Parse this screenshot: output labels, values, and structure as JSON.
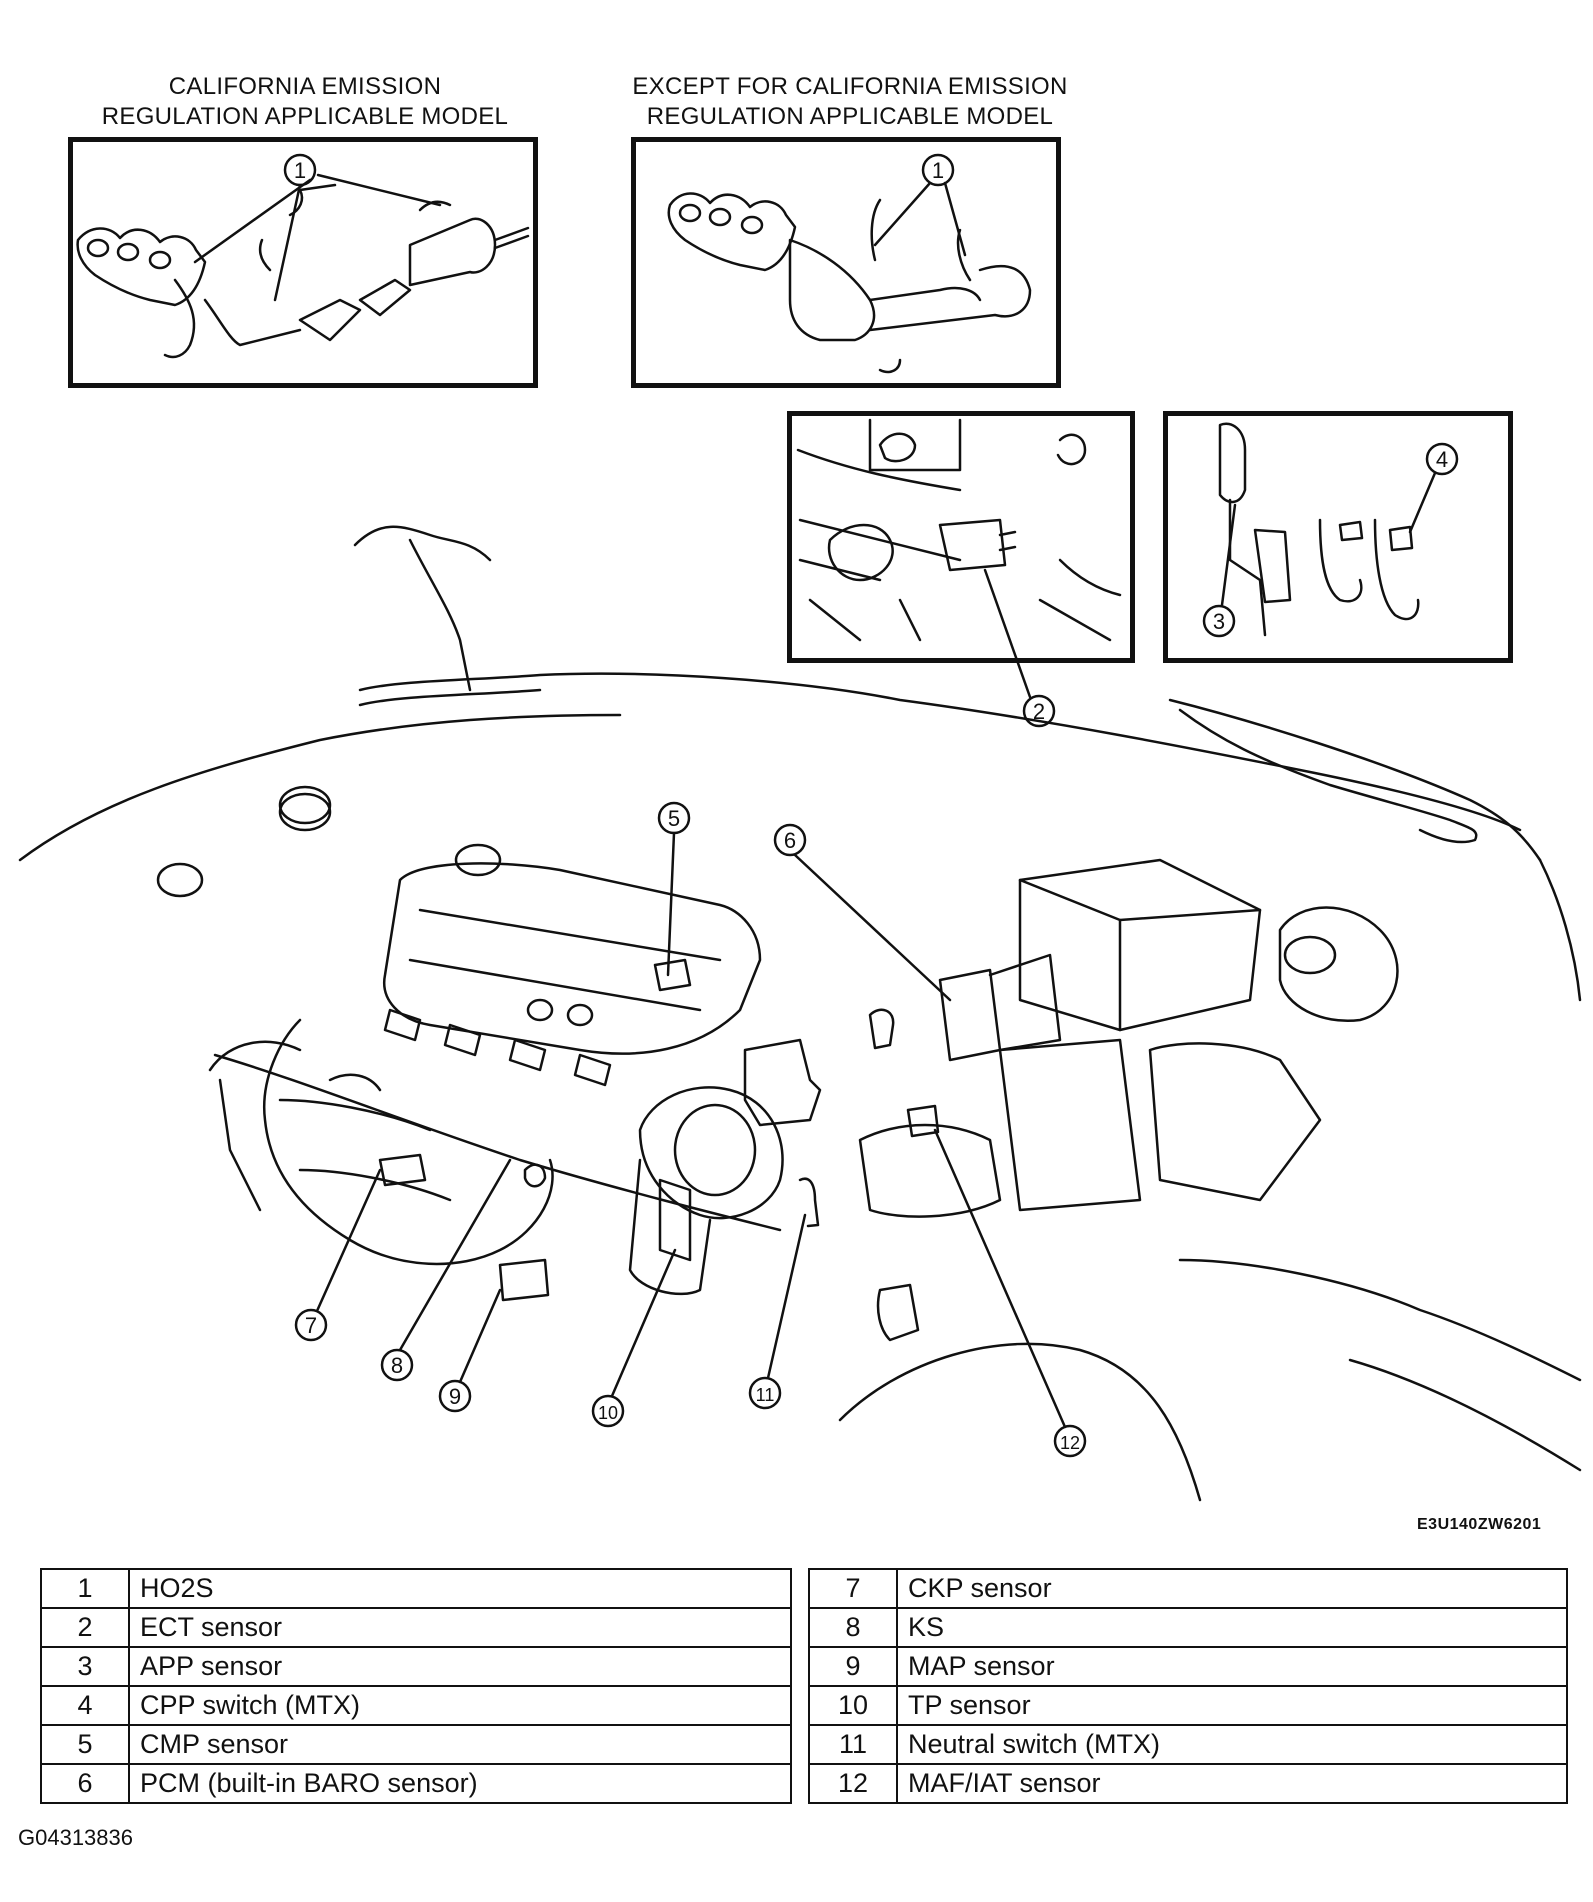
{
  "insets": {
    "california": {
      "caption_line1": "CALIFORNIA EMISSION",
      "caption_line2": "REGULATION APPLICABLE MODEL",
      "callout": "1"
    },
    "except_california": {
      "caption_line1": "EXCEPT FOR CALIFORNIA EMISSION",
      "caption_line2": "REGULATION APPLICABLE MODEL",
      "callout": "1"
    },
    "ect_detail": {
      "callout": "2"
    },
    "pedal_detail": {
      "callouts": [
        "3",
        "4"
      ]
    }
  },
  "main_callouts": [
    "5",
    "6",
    "7",
    "8",
    "9",
    "10",
    "11",
    "12"
  ],
  "figure_code": "E3U140ZW6201",
  "legend": {
    "left": [
      {
        "num": "1",
        "label": "HO2S"
      },
      {
        "num": "2",
        "label": "ECT sensor"
      },
      {
        "num": "3",
        "label": "APP sensor"
      },
      {
        "num": "4",
        "label": "CPP switch (MTX)"
      },
      {
        "num": "5",
        "label": "CMP sensor"
      },
      {
        "num": "6",
        "label": "PCM (built-in BARO sensor)"
      }
    ],
    "right": [
      {
        "num": "7",
        "label": "CKP sensor"
      },
      {
        "num": "8",
        "label": "KS"
      },
      {
        "num": "9",
        "label": "MAP sensor"
      },
      {
        "num": "10",
        "label": "TP sensor"
      },
      {
        "num": "11",
        "label": "Neutral switch (MTX)"
      },
      {
        "num": "12",
        "label": "MAF/IAT sensor"
      }
    ]
  },
  "document_id": "G04313836"
}
